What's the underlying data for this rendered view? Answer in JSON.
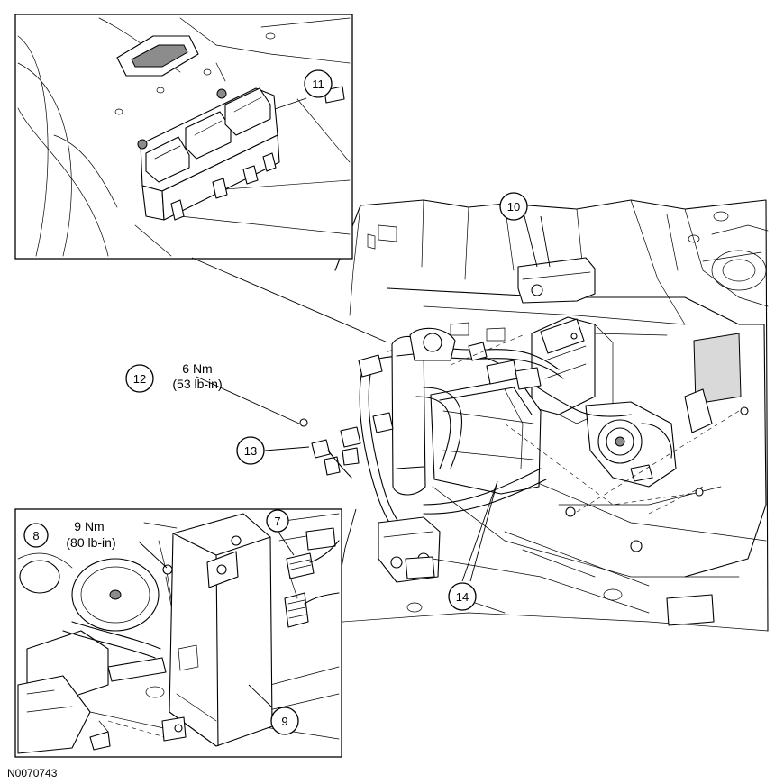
{
  "callouts": {
    "c7": "7",
    "c8": "8",
    "c9": "9",
    "c10": "10",
    "c11": "11",
    "c12": "12",
    "c13": "13",
    "c14": "14"
  },
  "torques": {
    "t12_nm": "6 Nm",
    "t12_lbin": "(53 lb-in)",
    "t8_nm": "9 Nm",
    "t8_lbin": "(80 lb-in)"
  },
  "figure_id": "N0070743"
}
